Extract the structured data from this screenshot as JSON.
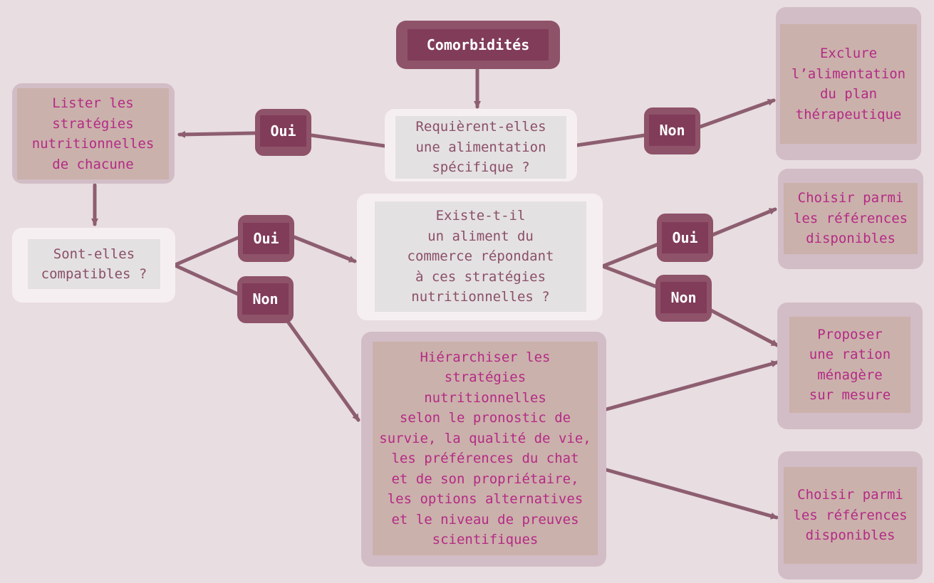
{
  "colors": {
    "background": "#e8dde0",
    "arrow": "#8d5e70",
    "pill": "#813c59",
    "outcome_text": "#b42a86",
    "question_text": "#8a4f67"
  },
  "nodes": {
    "comorbidites": "Comorbidités",
    "q_alimentation": "Requièrent-elles\nune alimentation\nspécifique ?",
    "lister": "Lister les\nstratégies\nnutritionnelles\nde chacune",
    "exclure": "Exclure\nl’alimentation\ndu plan\nthérapeutique",
    "q_compatibles": "Sont-elles\ncompatibles ?",
    "q_aliment": "Existe-t-il\nun aliment du\ncommerce répondant\nà ces stratégies\nnutritionnelles ?",
    "choisir_1": "Choisir parmi\nles références\ndisponibles",
    "hierarchiser": "Hiérarchiser les\nstratégies\nnutritionnelles\nselon le pronostic de\nsurvie, la qualité de vie,\nles préférences du chat\net de son propriétaire,\nles options alternatives\net le niveau de preuves\nscientifiques",
    "ration": "Proposer\nune ration\nménagère\nsur mesure",
    "choisir_2": "Choisir parmi\nles références\ndisponibles"
  },
  "answers": {
    "oui_1": "Oui",
    "non_1": "Non",
    "oui_2": "Oui",
    "non_2": "Non",
    "oui_3": "Oui",
    "non_3": "Non"
  }
}
